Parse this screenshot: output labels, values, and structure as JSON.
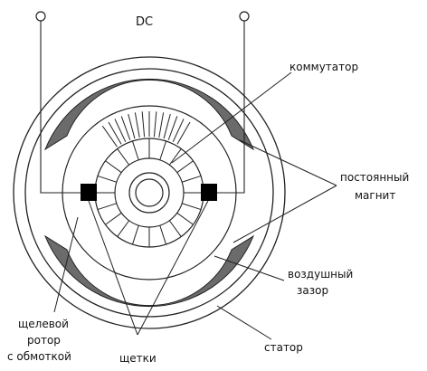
{
  "title": "DC",
  "labels": {
    "commutator": "коммутатор",
    "magnet_line1": "постоянный",
    "magnet_line2": "магнит",
    "airgap_line1": "воздушный",
    "airgap_line2": "зазор",
    "stator": "статор",
    "brushes": "щетки",
    "rotor_line1": "щелевой",
    "rotor_line2": "ротор",
    "rotor_line3": "с обмоткой"
  },
  "colors": {
    "magnet_fill": "#6b6b6b",
    "brush_fill": "#000000",
    "line": "#222222"
  }
}
